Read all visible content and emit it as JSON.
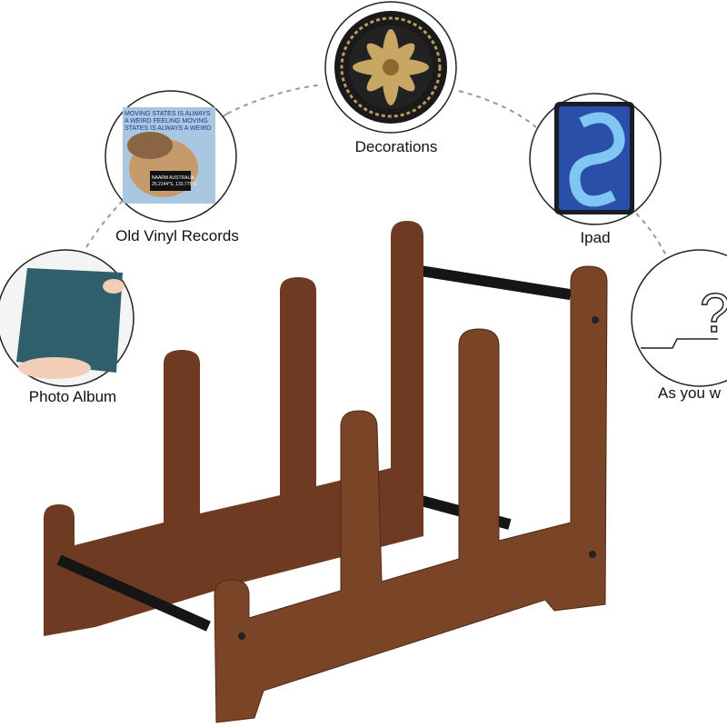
{
  "items": [
    {
      "label": "Decorations",
      "icon": "decorative-plate"
    },
    {
      "label": "Old Vinyl Records",
      "icon": "vinyl-record-cover"
    },
    {
      "label": "Ipad",
      "icon": "tablet"
    },
    {
      "label": "Photo Album",
      "icon": "photo-album"
    },
    {
      "label": "As you w",
      "icon": "question-mark"
    }
  ],
  "vinyl_cover": {
    "line1": "MOVING STATES IS ALWAYS",
    "line2": "A WEIRD FEELING MOVING",
    "line3": "STATES IS ALWAYS A WEIRD",
    "sticker1": "NAARM AUSTRALIA",
    "sticker2": "25.2144°S, 133.775°E"
  },
  "colors": {
    "wood": "#6e3b22",
    "wood_dark": "#4f2814",
    "rod": "#151515"
  }
}
